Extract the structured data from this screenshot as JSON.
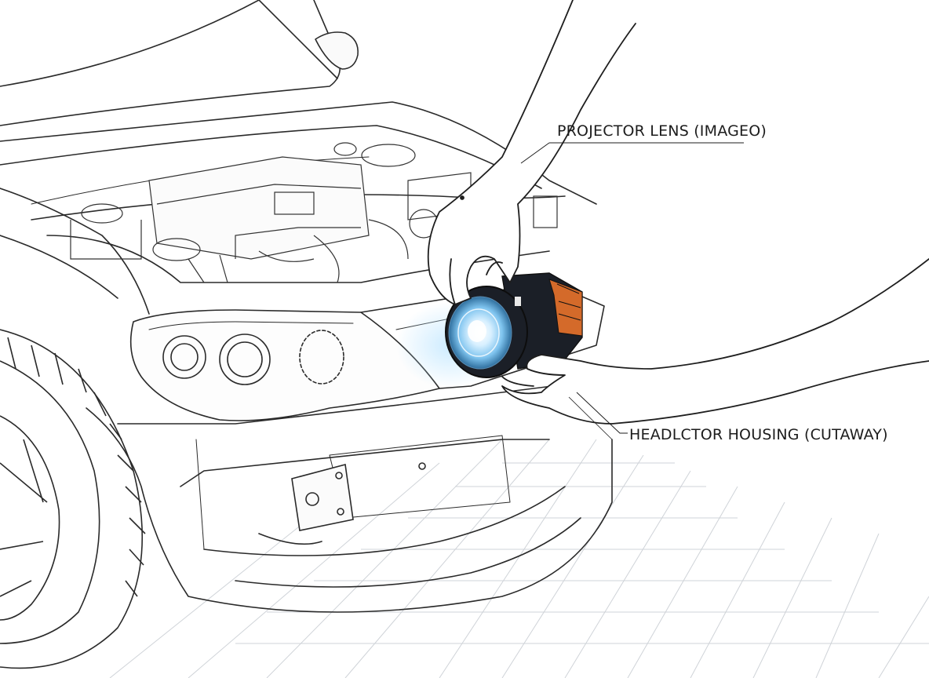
{
  "callouts": {
    "projector_lens": "PROJECTOR LENS (IMAGEO)",
    "headlight_housing": "HEADLCTOR HOUSING (CUTAWAY)"
  },
  "icons": [
    "car-front-illustration",
    "engine-bay",
    "headlight-housing",
    "projector-lens-module",
    "upper-hand",
    "lower-hand",
    "front-wheel",
    "license-plate-bracket",
    "floor-grid"
  ],
  "colors": {
    "line": "#2a2a2a",
    "grid": "#c8ccd2",
    "lens_glow": "#9fd6ff",
    "lens_body": "#1b1f27",
    "driver_accent": "#d46a2a"
  }
}
